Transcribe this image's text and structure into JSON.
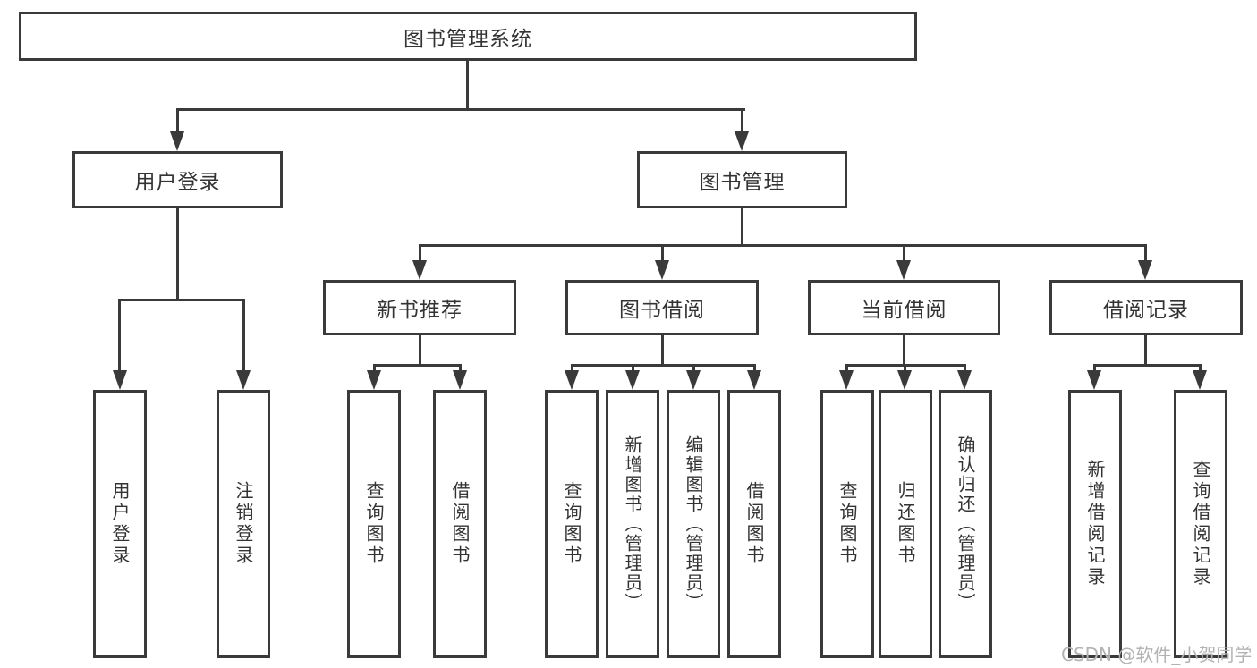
{
  "diagram": {
    "title": "图书管理系统",
    "level2": [
      {
        "label": "用户登录"
      },
      {
        "label": "图书管理"
      }
    ],
    "level3": [
      {
        "label": "新书推荐"
      },
      {
        "label": "图书借阅"
      },
      {
        "label": "当前借阅"
      },
      {
        "label": "借阅记录"
      }
    ],
    "leaves": [
      {
        "label": "用户登录"
      },
      {
        "label": "注销登录"
      },
      {
        "label": "查询图书"
      },
      {
        "label": "借阅图书"
      },
      {
        "label": "查询图书"
      },
      {
        "label": "新增图书（管理员）"
      },
      {
        "label": "编辑图书（管理员）"
      },
      {
        "label": "借阅图书"
      },
      {
        "label": "查询图书"
      },
      {
        "label": "归还图书"
      },
      {
        "label": "确认归还（管理员）"
      },
      {
        "label": "新增借阅记录"
      },
      {
        "label": "查询借阅记录"
      }
    ]
  },
  "watermark": {
    "text": "CSDN @软件_小贺同学"
  },
  "colors": {
    "line": "#3a3a3a",
    "text": "#333333",
    "background": "#ffffff",
    "watermark": "#b3b3b3"
  }
}
